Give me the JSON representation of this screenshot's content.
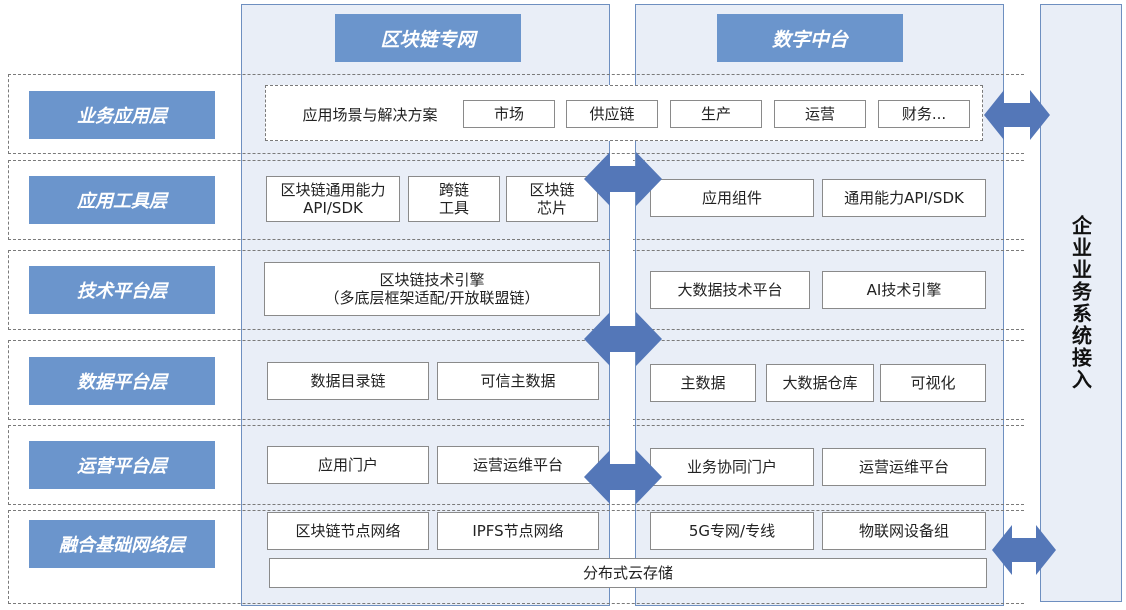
{
  "panels": {
    "left_title": "区块链专网",
    "right_title": "数字中台"
  },
  "right_bar": {
    "label": "企业业务系统接入"
  },
  "layers": [
    {
      "label": "业务应用层"
    },
    {
      "label": "应用工具层"
    },
    {
      "label": "技术平台层"
    },
    {
      "label": "数据平台层"
    },
    {
      "label": "运营平台层"
    },
    {
      "label": "融合基础网络层"
    }
  ],
  "business": {
    "intro": "应用场景与解决方案",
    "items": [
      "市场",
      "供应链",
      "生产",
      "运营",
      "财务..."
    ]
  },
  "tools": {
    "left": [
      "区块链通用能力\nAPI/SDK",
      "跨链\n工具",
      "区块链\n芯片"
    ],
    "right": [
      "应用组件",
      "通用能力API/SDK"
    ]
  },
  "tech": {
    "left": [
      "区块链技术引擎\n（多底层框架适配/开放联盟链）"
    ],
    "right": [
      "大数据技术平台",
      "AI技术引擎"
    ]
  },
  "data_platform": {
    "left": [
      "数据目录链",
      "可信主数据"
    ],
    "right": [
      "主数据",
      "大数据仓库",
      "可视化"
    ]
  },
  "ops": {
    "left": [
      "应用门户",
      "运营运维平台"
    ],
    "right": [
      "业务协同门户",
      "运营运维平台"
    ]
  },
  "network": {
    "left": [
      "区块链节点网络",
      "IPFS节点网络"
    ],
    "right": [
      "5G专网/专线",
      "物联网设备组"
    ],
    "bottom": "分布式云存储"
  },
  "colors": {
    "accent_blue": "#6b95cc",
    "panel_fill": "#e9eef7",
    "panel_border": "#6e8fc0",
    "arrow_blue": "#5477b8"
  },
  "icons": {
    "connector": "double-arrow-icon"
  }
}
